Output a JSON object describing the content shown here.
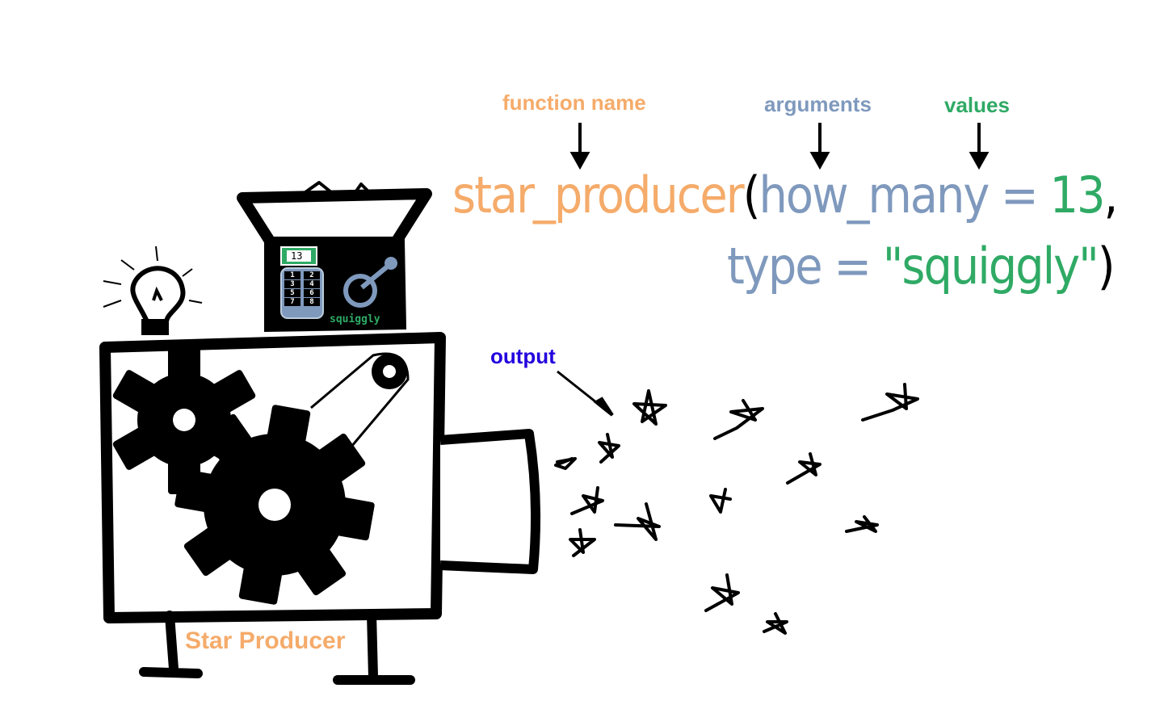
{
  "annotations": {
    "function_name": "function name",
    "arguments": "arguments",
    "values": "values",
    "output": "output"
  },
  "code": {
    "function": "star_producer",
    "open_paren": "(",
    "arg1_name": "how_many",
    "equals": " = ",
    "arg1_value": "13",
    "comma": ",",
    "arg2_name": "type",
    "arg2_value": "\"squiggly\"",
    "close_paren": ")"
  },
  "machine": {
    "name": "Star Producer",
    "display": "13",
    "keypad": [
      "1",
      "2",
      "3",
      "4",
      "5",
      "6",
      "7",
      "8"
    ],
    "dial_label": "squiggly"
  },
  "colors": {
    "function": "#f5ab6a",
    "argument": "#7f99bd",
    "value": "#2faa65",
    "output": "#2200dd",
    "ink": "#000000"
  }
}
